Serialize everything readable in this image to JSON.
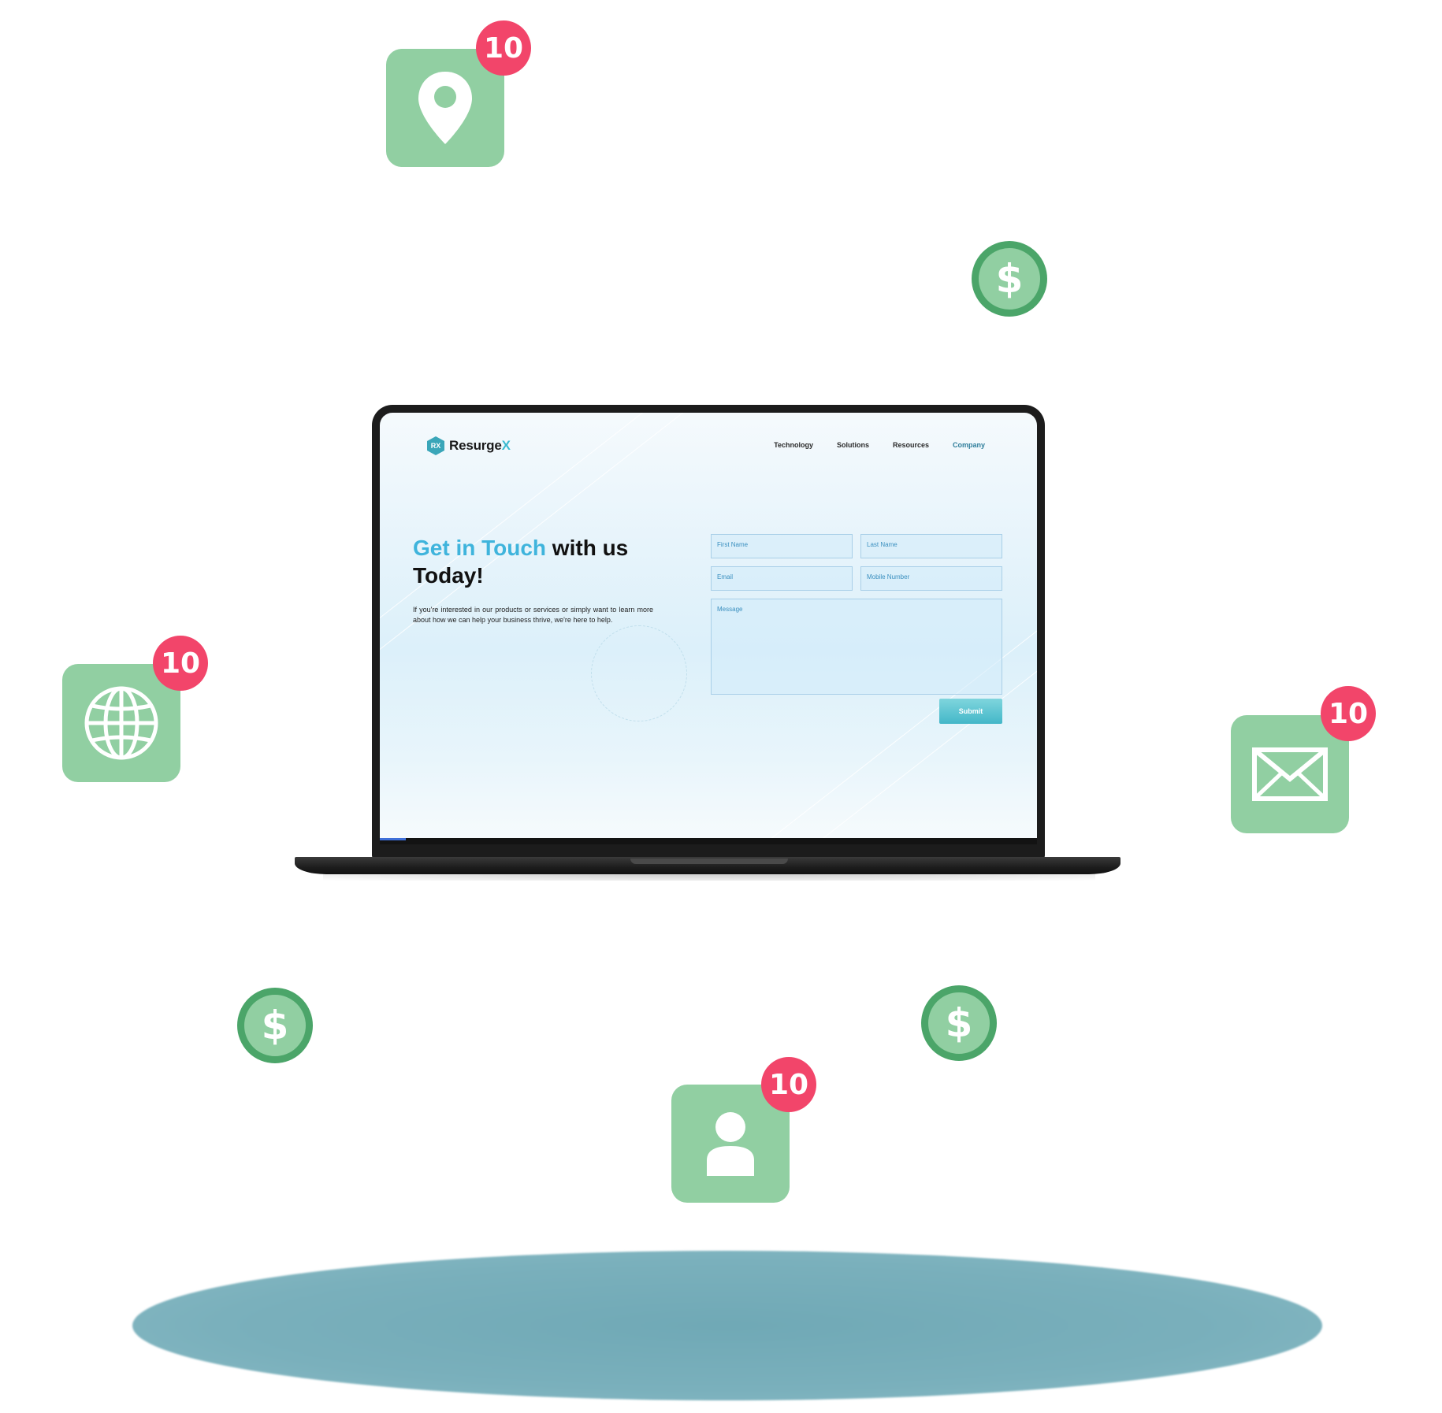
{
  "badges": {
    "location": "10",
    "globe": "10",
    "mail": "10",
    "user": "10"
  },
  "coins": {
    "symbol": "$"
  },
  "site": {
    "logo": {
      "name": "Resurge",
      "accent": "X",
      "mark": "RX"
    },
    "nav": [
      "Technology",
      "Solutions",
      "Resources",
      "Company"
    ],
    "nav_active": "Company",
    "hero": {
      "title_accent": "Get in Touch",
      "title_rest": " with us Today!",
      "description": "If you're interested in our products or services or simply want to learn more about how we can help your business thrive, we're here to help."
    },
    "form": {
      "first_name": "First Name",
      "last_name": "Last Name",
      "email": "Email",
      "mobile": "Mobile Number",
      "message": "Message",
      "submit": "Submit"
    },
    "progress": 0.04
  },
  "colors": {
    "tile": "#91cfa2",
    "coin_ring": "#4ba569",
    "badge": "#f2456a",
    "accent": "#3fb4dc",
    "floor": "#7ab0bc"
  },
  "icons": [
    "location-pin-icon",
    "globe-icon",
    "mail-icon",
    "user-icon",
    "dollar-coin-icon"
  ]
}
